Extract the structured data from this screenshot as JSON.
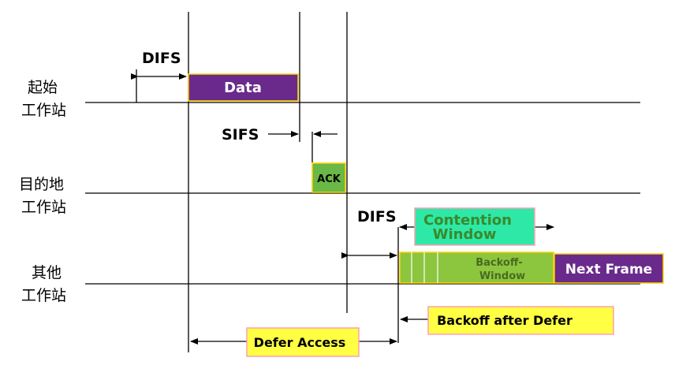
{
  "stations": {
    "source": [
      "起始",
      "工作站"
    ],
    "destination": [
      "目的地",
      "工作站"
    ],
    "others": [
      "其他",
      "工作站"
    ]
  },
  "labels": {
    "difs_top": "DIFS",
    "sifs": "SIFS",
    "difs_mid": "DIFS"
  },
  "frames": {
    "data": "Data",
    "ack": "ACK",
    "contention_window": [
      "Contention",
      "Window"
    ],
    "backoff_window": [
      "Backoff-",
      "Window"
    ],
    "next_frame": "Next Frame",
    "backoff_after_defer": "Backoff after Defer",
    "defer_access": "Defer Access"
  },
  "colors": {
    "data": "#6a2a8c",
    "ack": "#6ab845",
    "contention": "#2ee8a8",
    "contention_text": "#3a8a2a",
    "backoff": "#8cc63f",
    "backoff_text": "#4a6a20",
    "next_frame": "#6a2a8c",
    "callout": "#ffff44",
    "callout_border": "#ff9fb0",
    "frame_border": "#ffd200"
  }
}
